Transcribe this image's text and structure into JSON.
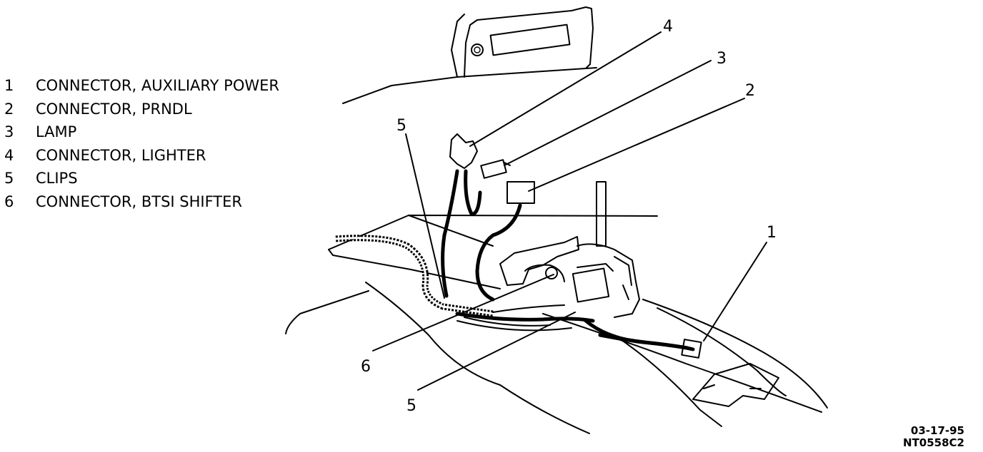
{
  "legend": [
    {
      "num": "1",
      "text": "CONNECTOR, AUXILIARY POWER"
    },
    {
      "num": "2",
      "text": "CONNECTOR, PRNDL"
    },
    {
      "num": "3",
      "text": "LAMP"
    },
    {
      "num": "4",
      "text": "CONNECTOR, LIGHTER"
    },
    {
      "num": "5",
      "text": "CLIPS"
    },
    {
      "num": "6",
      "text": "CONNECTOR, BTSI SHIFTER"
    }
  ],
  "callouts": {
    "c1": "1",
    "c2": "2",
    "c3": "3",
    "c4": "4",
    "c5_top": "5",
    "c5_bottom": "5",
    "c6": "6"
  },
  "stamp": {
    "date": "03-17-95",
    "code": "NT0558C2"
  }
}
